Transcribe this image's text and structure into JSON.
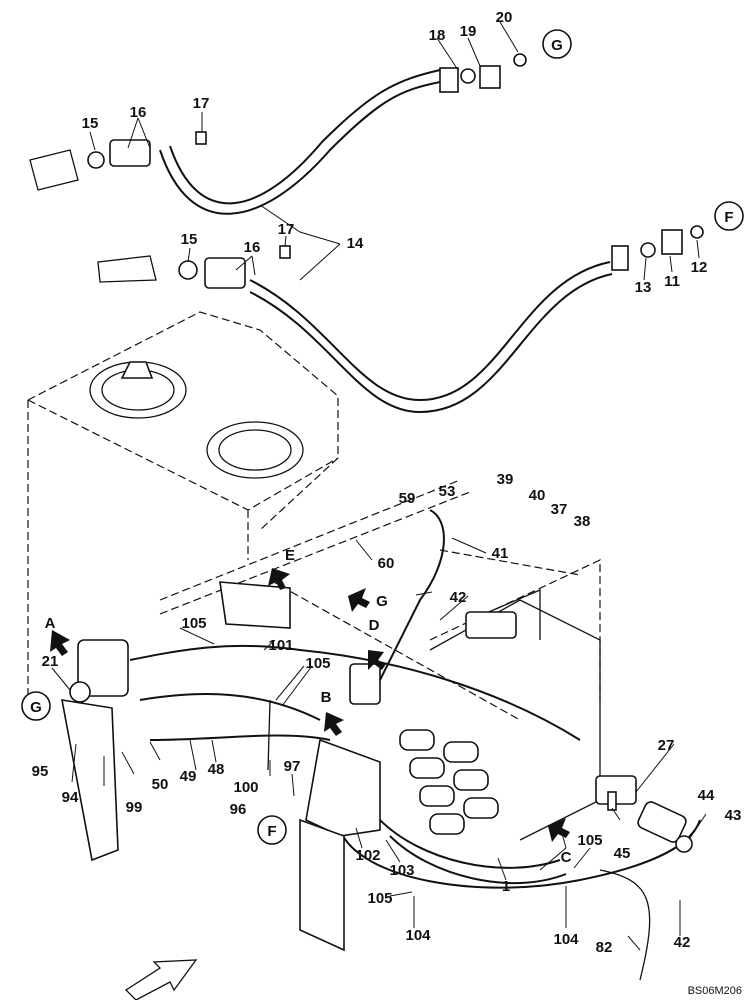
{
  "diagram": {
    "drawing_code": "BS06M206",
    "part_labels": [
      "20",
      "18",
      "19",
      "16",
      "17",
      "15",
      "14",
      "16",
      "17",
      "15",
      "11",
      "12",
      "13",
      "39",
      "53",
      "40",
      "37",
      "59",
      "38",
      "60",
      "41",
      "42",
      "27",
      "44",
      "43",
      "45",
      "21",
      "105",
      "101",
      "105",
      "95",
      "94",
      "50",
      "49",
      "48",
      "100",
      "97",
      "99",
      "96",
      "102",
      "103",
      "1",
      "105",
      "105",
      "104",
      "104",
      "82",
      "42"
    ],
    "view_markers": [
      "A",
      "B",
      "C",
      "D",
      "E",
      "G"
    ],
    "circled_connectors": [
      "G",
      "F",
      "G",
      "F"
    ]
  }
}
